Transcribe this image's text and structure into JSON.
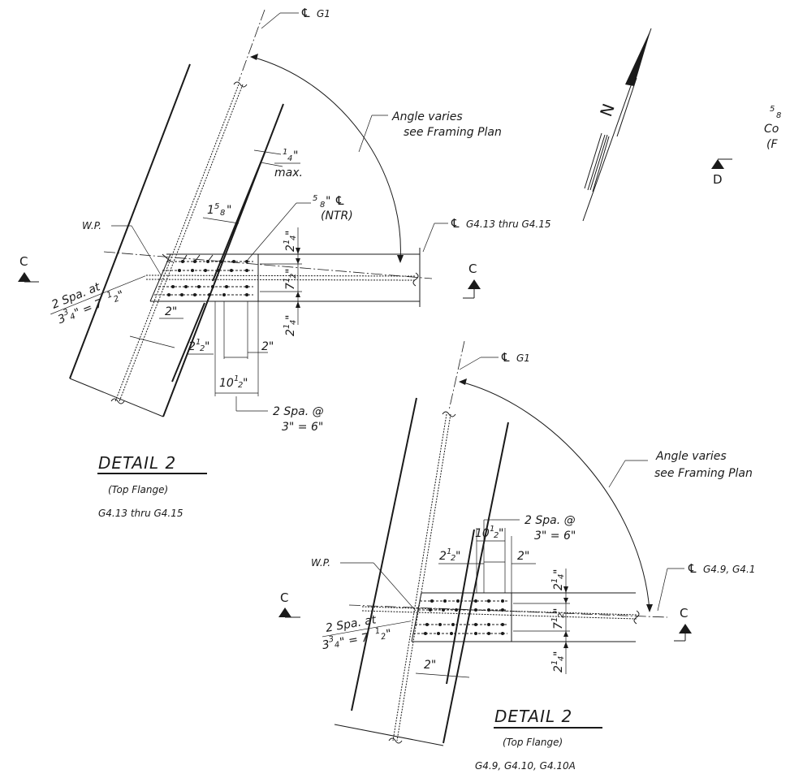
{
  "detail_a": {
    "cl_g1": "G1",
    "angle_line1": "Angle varies",
    "angle_line2": "see Framing Plan",
    "cl_beam": "G4.13 thru G4.15",
    "wp": "W.P.",
    "plate_num": "5",
    "plate_den": "8",
    "plate_unit": "\"",
    "plate_sym": "℄",
    "plate_note": "(NTR)",
    "dim_max_num": "1",
    "dim_max_den": "4",
    "dim_max_unit": "\"",
    "dim_max_word": "max.",
    "dim_15_8_whole": "1",
    "dim_15_8_num": "5",
    "dim_15_8_den": "8",
    "dim_15_8_unit": "\"",
    "dim_top_whole": "2",
    "dim_top_num": "1",
    "dim_top_den": "4",
    "dim_top_unit": "\"",
    "dim_mid_whole": "7",
    "dim_mid_num": "1",
    "dim_mid_den": "2",
    "dim_mid_unit": "\"",
    "dim_bot_whole": "2",
    "dim_bot_num": "1",
    "dim_bot_den": "4",
    "dim_bot_unit": "\"",
    "dim_2in_left": "2\"",
    "dim_2in_right": "2\"",
    "dim_2half_whole": "2",
    "dim_2half_num": "1",
    "dim_2half_den": "2",
    "dim_2half_unit": "\"",
    "dim_10half_whole": "10",
    "dim_10half_num": "1",
    "dim_10half_den": "2",
    "dim_10half_unit": "\"",
    "spa_line1": "2 Spa. ",
    "spa_at": "@",
    "spa_line2": "3\" = 6\"",
    "spa2_line1": "2 Spa. at",
    "spa2_line2a": "3",
    "spa2_line2b": "3",
    "spa2_line2c": "4",
    "spa2_line2d": "\" = 7",
    "spa2_line2e": "1",
    "spa2_line2f": "2",
    "spa2_line2g": "\"",
    "section_left": "C",
    "section_right": "C",
    "title": "DETAIL 2",
    "sub1": "(Top Flange)",
    "sub2": "G4.13 thru G4.15"
  },
  "detail_b": {
    "cl_g1": "G1",
    "angle_line1": "Angle varies",
    "angle_line2": "see Framing Plan",
    "cl_beam": "G4.9, G4.1",
    "wp": "W.P.",
    "spa_line1": "2 Spa. ",
    "spa_at": "@",
    "spa_line2": "3\" = 6\"",
    "dim_10half_whole": "10",
    "dim_10half_num": "1",
    "dim_10half_den": "2",
    "dim_10half_unit": "\"",
    "dim_2half_whole": "2",
    "dim_2half_num": "1",
    "dim_2half_den": "2",
    "dim_2half_unit": "\"",
    "dim_2in_top": "2\"",
    "dim_top_whole": "2",
    "dim_top_num": "1",
    "dim_top_den": "4",
    "dim_top_unit": "\"",
    "dim_mid_whole": "7",
    "dim_mid_num": "1",
    "dim_mid_den": "2",
    "dim_mid_unit": "\"",
    "dim_bot_whole": "2",
    "dim_bot_num": "1",
    "dim_bot_den": "4",
    "dim_bot_unit": "\"",
    "dim_2in_bottom": "2\"",
    "spa2_line1": "2 Spa. at",
    "spa2_line2a": "3",
    "spa2_line2b": "3",
    "spa2_line2c": "4",
    "spa2_line2d": "\" = 7",
    "spa2_line2e": "1",
    "spa2_line2f": "2",
    "spa2_line2g": "\"",
    "section_left": "C",
    "section_right": "C",
    "title": "DETAIL 2",
    "sub1": "(Top Flange)",
    "sub2": "G4.9, G4.10, G4.10A"
  },
  "north": {
    "label": "N"
  },
  "edge_note": {
    "line1_num": "5",
    "line1_den": "8",
    "line2": "Co",
    "line3": "(F",
    "section_d": "D"
  }
}
